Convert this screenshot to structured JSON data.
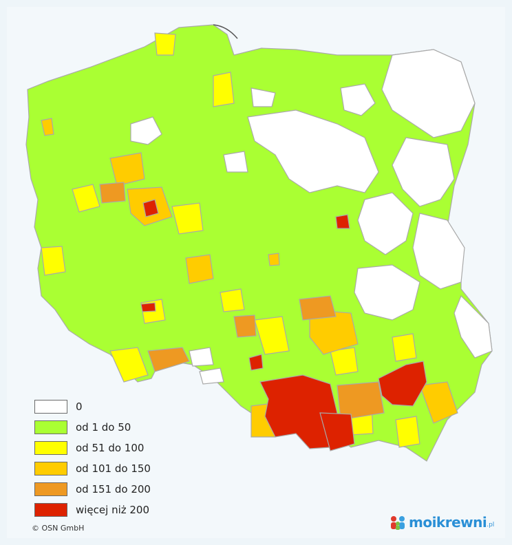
{
  "colors": {
    "none": "#ffffff",
    "c1_50": "#aaff33",
    "c51_100": "#ffff00",
    "c101_150": "#ffcc00",
    "c151_200": "#ee9922",
    "c200_plus": "#dd2200"
  },
  "legend": [
    {
      "label": "0",
      "color": "#ffffff"
    },
    {
      "label": "od 1 do 50",
      "color": "#aaff33"
    },
    {
      "label": "od 51 do 100",
      "color": "#ffff00"
    },
    {
      "label": "od 101 do 150",
      "color": "#ffcc00"
    },
    {
      "label": "od 151 do 200",
      "color": "#ee9922"
    },
    {
      "label": "więcej niż 200",
      "color": "#dd2200"
    }
  ],
  "copyright": "© OSN GmbH",
  "logo": {
    "text": "moikrewni",
    "suffix": ".pl",
    "icon": "people-icon"
  }
}
